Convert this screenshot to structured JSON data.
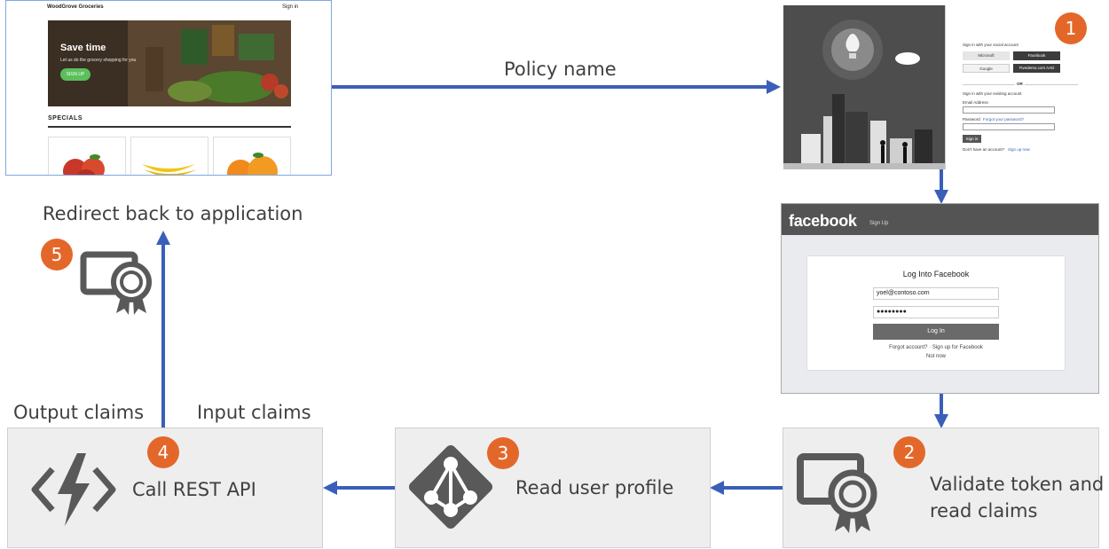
{
  "flow": {
    "policy_name": "Policy name",
    "redirect": "Redirect back to application",
    "output_claims": "Output claims",
    "input_claims": "Input claims",
    "step4": "Call REST API",
    "step3": "Read user profile",
    "step2_line1": "Validate token and",
    "step2_line2": "read claims"
  },
  "badges": {
    "b1": "1",
    "b2": "2",
    "b3": "3",
    "b4": "4",
    "b5": "5"
  },
  "app": {
    "brand": "WoodGrove Groceries",
    "sign_in": "Sign in",
    "hero_title": "Save time",
    "hero_sub": "Let us do the grocery shopping for you",
    "hero_button": "SIGN UP",
    "specials": "SPECIALS"
  },
  "signin": {
    "social_heading": "Sign in with your social account",
    "microsoft": "Microsoft",
    "facebook": "Facebook",
    "google": "Google",
    "aad": "Fivedemo.com AAD",
    "or": "OR",
    "existing_heading": "Sign in with your existing account",
    "email_label": "Email Address",
    "password_label": "Password",
    "forgot": "Forgot your password?",
    "signin_button": "Sign in",
    "no_account": "Don't have an account?",
    "signup_now": "Sign up now"
  },
  "facebook": {
    "logo": "facebook",
    "sign_up": "Sign Up",
    "title": "Log Into Facebook",
    "email": "yoel@contoso.com",
    "password": "●●●●●●●●",
    "login_button": "Log In",
    "forgot": "Forgot account?",
    "separator": "·",
    "signup_fb": "Sign up for Facebook",
    "not_now": "Not now"
  },
  "colors": {
    "arrow": "#3a5fb8",
    "badge": "#e4672a",
    "box_fill": "#eeeeee",
    "icon_gray": "#595959"
  },
  "icons": {
    "certificate": "certificate-icon",
    "function": "function-bolt-icon",
    "directory": "directory-diamond-icon"
  }
}
